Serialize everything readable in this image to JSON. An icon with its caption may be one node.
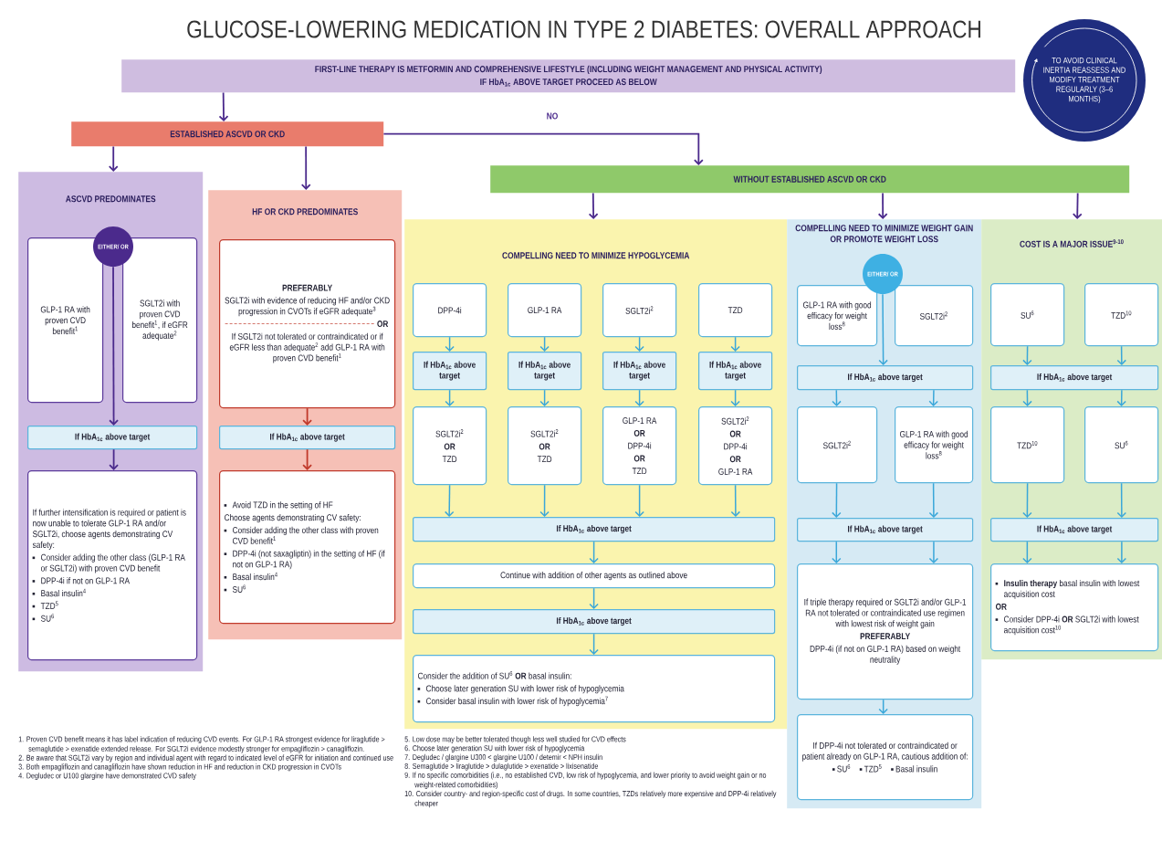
{
  "diagram": {
    "title": "GLUCOSE-LOWERING MEDICATION IN TYPE 2 DIABETES: OVERALL APPROACH",
    "nodes": [
      {
        "text": [
          "FIRST-LINE THERAPY IS METFORMIN AND COMPREHENSIVE LIFESTYLE (INCLUDING WEIGHT MANAGEMENT AND PHYSICAL ACTIVITY)",
          "IF HbA$_{1c}$ ABOVE TARGET PROCEED AS BELOW"
        ]
      },
      {
        "text": [
          "TO AVOID CLINICAL INERTIA REASSESS AND MODIFY TREATMENT REGULARLY (3–6 MONTHS)"
        ]
      },
      {
        "text": [
          "ESTABLISHED ASCVD OR CKD"
        ]
      },
      {
        "text": [
          "ASCVD PREDOMINATES"
        ]
      },
      {
        "text": [
          "HF OR CKD PREDOMINATES"
        ]
      },
      {
        "text": [
          "WITHOUT ESTABLISHED ASCVD OR CKD"
        ]
      },
      {
        "text": [
          "COMPELLING NEED TO MINIMIZE HYPOGLYCEMIA"
        ]
      },
      {
        "text": [
          "COMPELLING NEED TO MINIMIZE WEIGHT GAIN OR PROMOTE WEIGHT LOSS"
        ]
      },
      {
        "text": [
          "COST IS A MAJOR ISSUE$^{9-10}$"
        ]
      },
      {
        "text": [
          "EITHER/ OR"
        ],
        "in": 3
      },
      {
        "text": [
          "GLP-1 RA with proven CVD benefit$^{1}$"
        ],
        "in": 3
      },
      {
        "text": [
          "SGLT2i with proven CVD benefit$^{1}$, if eGFR adequate$^{2}$"
        ],
        "in": 3
      },
      {
        "text": [
          "If HbA$_{1c}$ above target"
        ],
        "in": 3
      },
      {
        "text": [
          "If further intensification is required or patient is now unable to tolerate GLP-1 RA and/or SGLT2i, choose agents demonstrating CV safety:",
          "Consider adding the other class (GLP-1 RA or SGLT2i) with proven CVD benefit",
          "DPP-4i if not on GLP-1 RA",
          "Basal insulin$^{4}$",
          "TZD$^{5}$",
          "SU$^{6}$"
        ],
        "in": 3
      },
      {
        "text": [
          "PREFERABLY",
          "SGLT2i with evidence of reducing HF and/or CKD progression in CVOTs if eGFR adequate$^{3}$",
          "OR",
          "If SGLT2i not tolerated or contraindicated or if eGFR less than adequate$^{2}$ add GLP-1 RA with proven CVD benefit$^{1}$"
        ],
        "in": 4
      },
      {
        "text": [
          "If HbA$_{1c}$ above target"
        ],
        "in": 4
      },
      {
        "text": [
          "Avoid TZD in the setting of HF",
          "Choose agents demonstrating CV safety:",
          "Consider adding the other class with proven CVD benefit$^{1}$",
          "DPP-4i (not saxagliptin) in the setting of HF (if not on GLP-1 RA)",
          "Basal insulin$^{4}$",
          "SU$^{6}$"
        ],
        "in": 4
      },
      {
        "text": [
          "DPP-4i"
        ],
        "in": 6
      },
      {
        "text": [
          "GLP-1 RA"
        ],
        "in": 6
      },
      {
        "text": [
          "SGLT2i$^{2}$"
        ],
        "in": 6
      },
      {
        "text": [
          "TZD"
        ],
        "in": 6
      },
      {
        "text": [
          "If HbA$_{1c}$ above target"
        ],
        "in": 6
      },
      {
        "text": [
          "If HbA$_{1c}$ above target"
        ],
        "in": 6
      },
      {
        "text": [
          "If HbA$_{1c}$ above target"
        ],
        "in": 6
      },
      {
        "text": [
          "If HbA$_{1c}$ above target"
        ],
        "in": 6
      },
      {
        "text": [
          "SGLT2i$^{2}$",
          "OR",
          "TZD"
        ],
        "in": 6
      },
      {
        "text": [
          "SGLT2i$^{2}$",
          "OR",
          "TZD"
        ],
        "in": 6
      },
      {
        "text": [
          "GLP-1 RA",
          "OR",
          "DPP-4i",
          "OR",
          "TZD"
        ],
        "in": 6
      },
      {
        "text": [
          "SGLT2i$^{2}$",
          "OR",
          "DPP-4i",
          "OR",
          "GLP-1 RA"
        ],
        "in": 6
      },
      {
        "text": [
          "If HbA$_{1c}$ above target"
        ],
        "in": 6
      },
      {
        "text": [
          "Continue with addition of other agents as outlined above"
        ],
        "in": 6
      },
      {
        "text": [
          "If HbA$_{1c}$ above target"
        ],
        "in": 6
      },
      {
        "text": [
          "Consider the addition of SU$^{6}$ **OR** basal insulin:",
          "Choose later generation SU with lower risk of hypoglycemia",
          "Consider basal insulin with lower risk of hypoglycemia$^{7}$"
        ],
        "in": 6
      },
      {
        "text": [
          "EITHER/ OR"
        ],
        "in": 7
      },
      {
        "text": [
          "GLP-1 RA with good efficacy for weight loss$^{8}$"
        ],
        "in": 7
      },
      {
        "text": [
          "SGLT2i$^{2}$"
        ],
        "in": 7
      },
      {
        "text": [
          "If HbA$_{1c}$ above target"
        ],
        "in": 7
      },
      {
        "text": [
          "SGLT2i$^{2}$"
        ],
        "in": 7
      },
      {
        "text": [
          "GLP-1 RA with good efficacy for weight loss$^{8}$"
        ],
        "in": 7
      },
      {
        "text": [
          "If HbA$_{1c}$ above target"
        ],
        "in": 7
      },
      {
        "text": [
          "If triple therapy required or SGLT2i and/or GLP-1 RA not tolerated or contraindicated use regimen with lowest risk of weight gain",
          "PREFERABLY",
          "DPP-4i (if not on GLP-1 RA) based on weight neutrality"
        ],
        "in": 7
      },
      {
        "text": [
          "If DPP-4i not tolerated or contraindicated or patient already on GLP-1 RA, cautious addition of:",
          "SU$^{6}$",
          "TZD$^{5}$",
          "Basal insulin"
        ],
        "in": 7
      },
      {
        "text": [
          "SU$^{6}$"
        ],
        "in": 8
      },
      {
        "text": [
          "TZD$^{10}$"
        ],
        "in": 8
      },
      {
        "text": [
          "If HbA$_{1c}$ above target"
        ],
        "in": 8
      },
      {
        "text": [
          "TZD$^{10}$"
        ],
        "in": 8
      },
      {
        "text": [
          "SU$^{6}$"
        ],
        "in": 8
      },
      {
        "text": [
          "If HbA$_{1c}$ above target"
        ],
        "in": 8
      },
      {
        "text": [
          "**Insulin therapy** basal insulin with lowest acquisition cost",
          "OR",
          "Consider DPP-4i **OR** SGLT2i with lowest acquisition cost$^{10}$"
        ],
        "in": 8
      }
    ],
    "edges": [
      {
        "from": 0,
        "to": 2,
        "arrow": "to",
        "color": "#4b2a8c"
      },
      {
        "from": 2,
        "to": 5,
        "arrow": "to",
        "label": "NO",
        "color": "#4b2a8c"
      },
      {
        "from": 2,
        "to": 3,
        "arrow": "to",
        "color": "#4b2a8c"
      },
      {
        "from": 2,
        "to": 4,
        "arrow": "to",
        "color": "#4b2a8c"
      },
      {
        "from": 5,
        "to": 6,
        "arrow": "to",
        "color": "#4b2a8c"
      },
      {
        "from": 5,
        "to": 7,
        "arrow": "to",
        "color": "#4b2a8c"
      },
      {
        "from": 5,
        "to": 8,
        "arrow": "to",
        "color": "#4b2a8c"
      },
      {
        "from": 9,
        "to": 12,
        "arrow": "to",
        "color": "#4b2a8c"
      },
      {
        "from": 12,
        "to": 13,
        "arrow": "to",
        "color": "#4b2a8c"
      },
      {
        "from": 14,
        "to": 15,
        "arrow": "to",
        "color": "#c0392b"
      },
      {
        "from": 15,
        "to": 16,
        "arrow": "to",
        "color": "#c0392b"
      },
      {
        "from": 17,
        "to": 21,
        "arrow": "to"
      },
      {
        "from": 18,
        "to": 22,
        "arrow": "to"
      },
      {
        "from": 19,
        "to": 23,
        "arrow": "to"
      },
      {
        "from": 20,
        "to": 24,
        "arrow": "to"
      },
      {
        "from": 21,
        "to": 25,
        "arrow": "to"
      },
      {
        "from": 22,
        "to": 26,
        "arrow": "to"
      },
      {
        "from": 23,
        "to": 27,
        "arrow": "to"
      },
      {
        "from": 24,
        "to": 28,
        "arrow": "to"
      },
      {
        "from": 25,
        "to": 29,
        "arrow": "to"
      },
      {
        "from": 26,
        "to": 29,
        "arrow": "to"
      },
      {
        "from": 27,
        "to": 29,
        "arrow": "to"
      },
      {
        "from": 28,
        "to": 29,
        "arrow": "to"
      },
      {
        "from": 29,
        "to": 30,
        "arrow": "to"
      },
      {
        "from": 30,
        "to": 31,
        "arrow": "to"
      },
      {
        "from": 31,
        "to": 32,
        "arrow": "to"
      },
      {
        "from": 33,
        "to": 36,
        "arrow": "to"
      },
      {
        "from": 36,
        "to": 37,
        "arrow": "to"
      },
      {
        "from": 36,
        "to": 38,
        "arrow": "to"
      },
      {
        "from": 37,
        "to": 39,
        "arrow": "to"
      },
      {
        "from": 38,
        "to": 39,
        "arrow": "to"
      },
      {
        "from": 39,
        "to": 40,
        "arrow": "to"
      },
      {
        "from": 39,
        "to": 40,
        "arrow": "to"
      },
      {
        "from": 40,
        "to": 41,
        "arrow": "to"
      },
      {
        "from": 42,
        "to": 44,
        "arrow": "to"
      },
      {
        "from": 43,
        "to": 44,
        "arrow": "to"
      },
      {
        "from": 44,
        "to": 45,
        "arrow": "to"
      },
      {
        "from": 44,
        "to": 46,
        "arrow": "to"
      },
      {
        "from": 45,
        "to": 47,
        "arrow": "to"
      },
      {
        "from": 46,
        "to": 47,
        "arrow": "to"
      },
      {
        "from": 47,
        "to": 48,
        "arrow": "to"
      },
      {
        "from": 47,
        "to": 48,
        "arrow": "to"
      }
    ],
    "labels": [
      "1. Proven CVD benefit means it has label indication of reducing CVD events. For GLP-1 RA strongest evidence for liraglutide > semaglutide > exenatide extended release. For SGLT2i evidence modestly stronger for empagliflozin > canagliflozin.",
      "2. Be aware that SGLT2i vary by region and individual agent with regard to indicated level of eGFR for initiation and continued use",
      "3. Both empagliflozin and canagliflozin have shown reduction in HF and reduction in CKD progression in CVOTs",
      "4. Degludec or U100 glargine have demonstrated CVD safety",
      "5. Low dose may be better tolerated though less well studied for CVD effects",
      "6. Choose later generation SU with lower risk of hypoglycemia",
      "7. Degludec / glargine U300 < glargine U100 / detemir < NPH insulin",
      "8. Semaglutide > liraglutide > dulaglutide > exenatide > lixisenatide",
      "9. If no specific comorbidities (i.e., no established CVD, low risk of hypoglycemia, and lower priority to avoid weight gain or no weight-related comorbidities)",
      "10. Consider country- and region-specific cost of drugs. In some countries, TZDs relatively more expensive and DPP-4i relatively cheaper"
    ]
  }
}
